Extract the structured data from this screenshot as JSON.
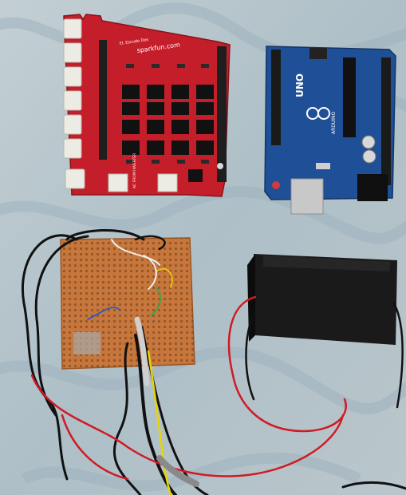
{
  "red_shield": {
    "brand": "sparkfun.com",
    "label_line1": "EL Escudo Dos",
    "label_line2": "AC FROM INVERTER",
    "color": "#c41e2a"
  },
  "arduino": {
    "model": "UNO",
    "brand": "ARDUINO",
    "color": "#1f4f96"
  },
  "perfboard": {
    "color": "#c7773c"
  },
  "enclosure": {
    "color": "#151515"
  },
  "wires": {
    "red": "#cf1b24",
    "black": "#111111",
    "yellow": "#e8d400",
    "blue": "#2b58c9",
    "white": "#eeeeee"
  }
}
